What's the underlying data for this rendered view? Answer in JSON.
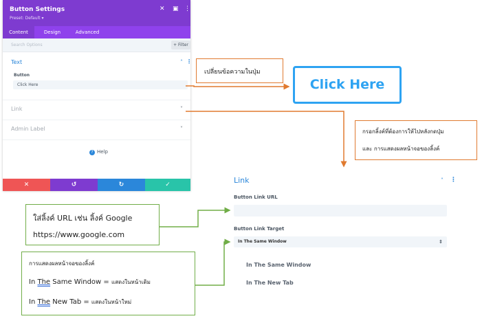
{
  "settings_panel": {
    "title": "Button Settings",
    "preset": "Preset: Default ▾",
    "tabs": [
      {
        "label": "Content",
        "active": true
      },
      {
        "label": "Design",
        "active": false
      },
      {
        "label": "Advanced",
        "active": false
      }
    ],
    "search_placeholder": "Search Options",
    "filter_label": "+ Filter",
    "sections": {
      "text": "Text",
      "link": "Link",
      "admin_label": "Admin Label"
    },
    "button_field_label": "Button",
    "button_field_value": "Click Here",
    "help_label": "Help",
    "action_icons": {
      "cancel": "✕",
      "undo": "↺",
      "redo": "↻",
      "save": "✓"
    },
    "colors": {
      "header": "#7e3bd0",
      "cancel": "#ef5555",
      "undo": "#7e3bd0",
      "redo": "#2b87da",
      "save": "#29c4a9"
    }
  },
  "preview_button": {
    "label": "Click Here",
    "color": "#2ea3f2"
  },
  "callouts": {
    "change_text": "เปลี่ยนข้อความในปุ่ม",
    "link_info_line1": "กรอกลิ้งค์ที่ต้องการให้ไปหลังกดปุ่ม",
    "link_info_line2": "และ การแสดงผลหน้าจอของลิ้งค์",
    "url_hint_line1": "ใส่ลิ้งค์ URL เช่น ลิ้งค์ Google",
    "url_hint_line2": "https://www.google.com",
    "target_title": "การแสดงผลหน้าจอของลิ้งค์",
    "same_window_prefix": "In ",
    "same_window_the": "The",
    "same_window_rest": " Same Window = ",
    "same_window_meaning": "แสดงในหน้าเดิม",
    "new_tab_prefix": "In ",
    "new_tab_the": "The",
    "new_tab_rest": " New Tab = ",
    "new_tab_meaning": "แสดงในหน้าใหม่"
  },
  "link_panel": {
    "title": "Link",
    "url_label": "Button Link URL",
    "url_value": "",
    "target_label": "Button Link Target",
    "target_selected": "In The Same Window",
    "target_options": [
      "In The Same Window",
      "In The New Tab"
    ]
  }
}
